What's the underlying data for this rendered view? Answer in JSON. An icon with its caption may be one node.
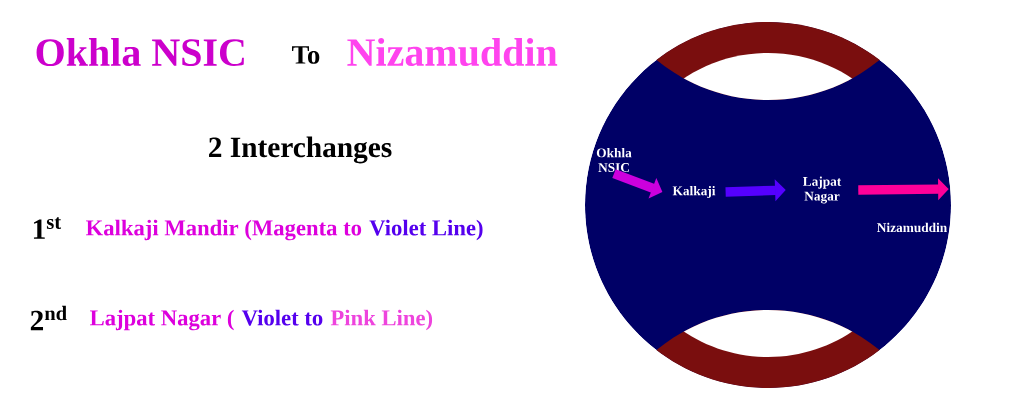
{
  "diagram": {
    "nodes": [
      {
        "text": [
          "Okhla NSIC"
        ]
      },
      {
        "text": [
          "Kalkaji"
        ]
      },
      {
        "text": [
          "Lajpat Nagar"
        ]
      },
      {
        "text": [
          "Nizamuddin"
        ]
      }
    ],
    "edges": [
      {
        "from": 0,
        "to": 1,
        "arrow": "to",
        "color": "#cc00dd"
      },
      {
        "from": 1,
        "to": 2,
        "arrow": "to",
        "color": "#5500ff"
      },
      {
        "from": 2,
        "to": 3,
        "arrow": "to",
        "color": "#ff0099"
      }
    ],
    "labels": [
      "Okhla NSIC",
      "To",
      "Nizamuddin",
      "2 Interchanges",
      "1$^{st}$",
      "Kalkaji Mandir (Magenta to",
      "Violet Line)",
      "2$^{nd}$",
      "Lajpat Nagar (",
      "Violet to",
      "Pink Line)"
    ]
  }
}
